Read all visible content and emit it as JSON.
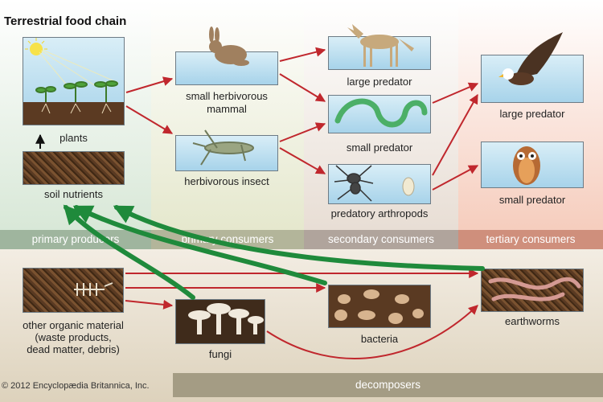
{
  "title": "Terrestrial food chain",
  "trophic_levels": {
    "primary_producers": "primary producers",
    "primary_consumers": "primary consumers",
    "secondary_consumers": "secondary consumers",
    "tertiary_consumers": "tertiary consumers",
    "decomposers": "decomposers"
  },
  "nodes": {
    "plants": "plants",
    "soil_nutrients": "soil nutrients",
    "small_herbivorous_mammal": [
      "small herbivorous",
      "mammal"
    ],
    "herbivorous_insect": "herbivorous insect",
    "large_predator_2": "large predator",
    "small_predator_2": "small predator",
    "predatory_arthropods": "predatory arthropods",
    "large_predator_3": "large predator",
    "small_predator_3": "small predator",
    "other_organic_material": [
      "other organic material",
      "(waste products,",
      "dead matter, debris)"
    ],
    "fungi": "fungi",
    "bacteria": "bacteria",
    "earthworms": "earthworms"
  },
  "copyright": "© 2012 Encyclopædia Britannica, Inc.",
  "colors": {
    "producers_band": "#dfeadd",
    "primary_band": "#e9ecd9",
    "secondary_band": "#ece3dc",
    "tertiary_band": "#f7d6c9",
    "decomposers_band": "#ebe3d3",
    "label_bar_1": "#9fb59e",
    "label_bar_2": "#b3b59a",
    "label_bar_3": "#b0a49c",
    "label_bar_4": "#cf8f7c",
    "label_bar_5": "#a49c84",
    "red_arrow": "#c0272d",
    "green_arrow": "#1f8a3b"
  }
}
